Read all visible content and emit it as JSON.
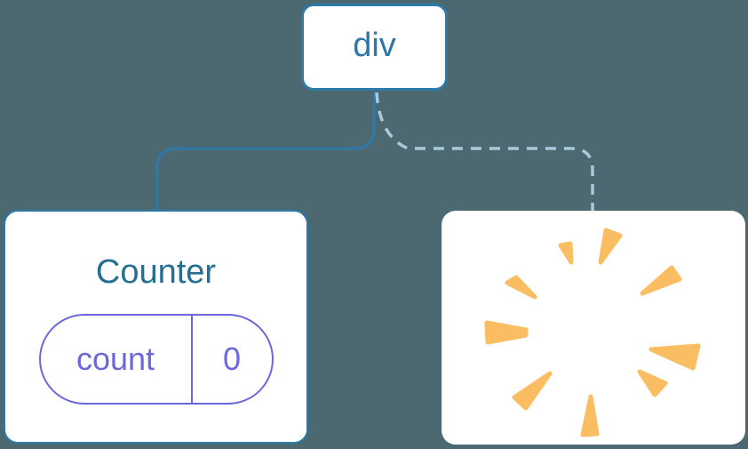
{
  "diagram": {
    "description": "component tree",
    "root": {
      "label": "div"
    },
    "edges": [
      {
        "to": "Counter",
        "style": "solid"
      },
      {
        "to": "removed-sibling",
        "style": "dashed"
      }
    ],
    "children": [
      {
        "label": "Counter",
        "state_pill": {
          "key": "count",
          "value": "0"
        }
      },
      {
        "label": "",
        "icon": "poof-burst-icon"
      }
    ]
  },
  "colors": {
    "background": "#4c6870",
    "node_border": "#2d7aa9",
    "root_label": "#3077a9",
    "component_label": "#256f92",
    "state": "#6b68d9",
    "solid_edge": "#2d7aa9",
    "dashed_edge": "#a9c9dc",
    "burst": "#fabd62"
  }
}
